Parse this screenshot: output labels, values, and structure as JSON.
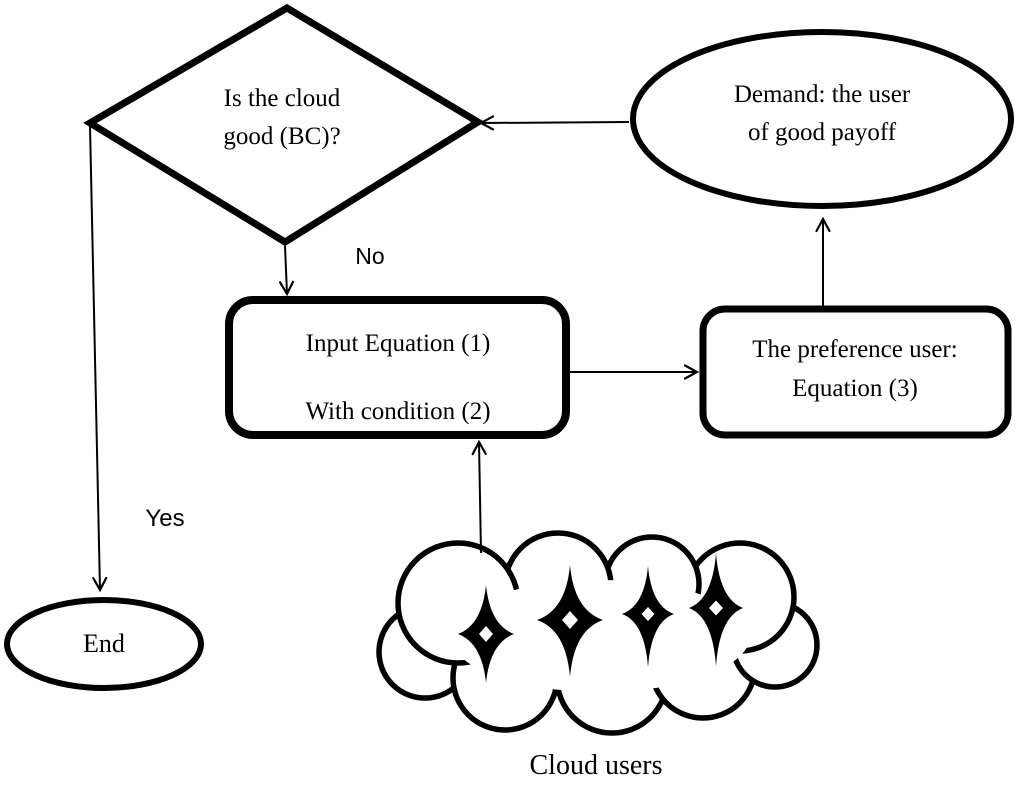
{
  "figure": {
    "background": "#ffffff",
    "stroke_color": "#000000",
    "nodes": {
      "decision": {
        "type": "diamond",
        "line1": "Is the cloud",
        "line2": "good (BC)?"
      },
      "demand": {
        "type": "ellipse",
        "line1": "Demand: the user",
        "line2": "of good payoff"
      },
      "input": {
        "type": "rounded-rect",
        "line1": "Input Equation (1)",
        "line2": "With condition (2)"
      },
      "preference": {
        "type": "rounded-rect",
        "line1": "The preference user:",
        "line2": "Equation (3)"
      },
      "end": {
        "type": "ellipse",
        "label": "End"
      },
      "cloud": {
        "type": "cloud",
        "label": "Cloud users",
        "star_count": 4
      }
    },
    "edge_labels": {
      "no": "No",
      "yes": "Yes"
    },
    "edges": [
      {
        "from": "decision",
        "to": "input",
        "label": "No"
      },
      {
        "from": "input",
        "to": "preference",
        "label": ""
      },
      {
        "from": "preference",
        "to": "demand",
        "label": ""
      },
      {
        "from": "demand",
        "to": "decision",
        "label": ""
      },
      {
        "from": "decision",
        "to": "end",
        "label": "Yes"
      },
      {
        "from": "cloud",
        "to": "input",
        "label": ""
      }
    ]
  }
}
